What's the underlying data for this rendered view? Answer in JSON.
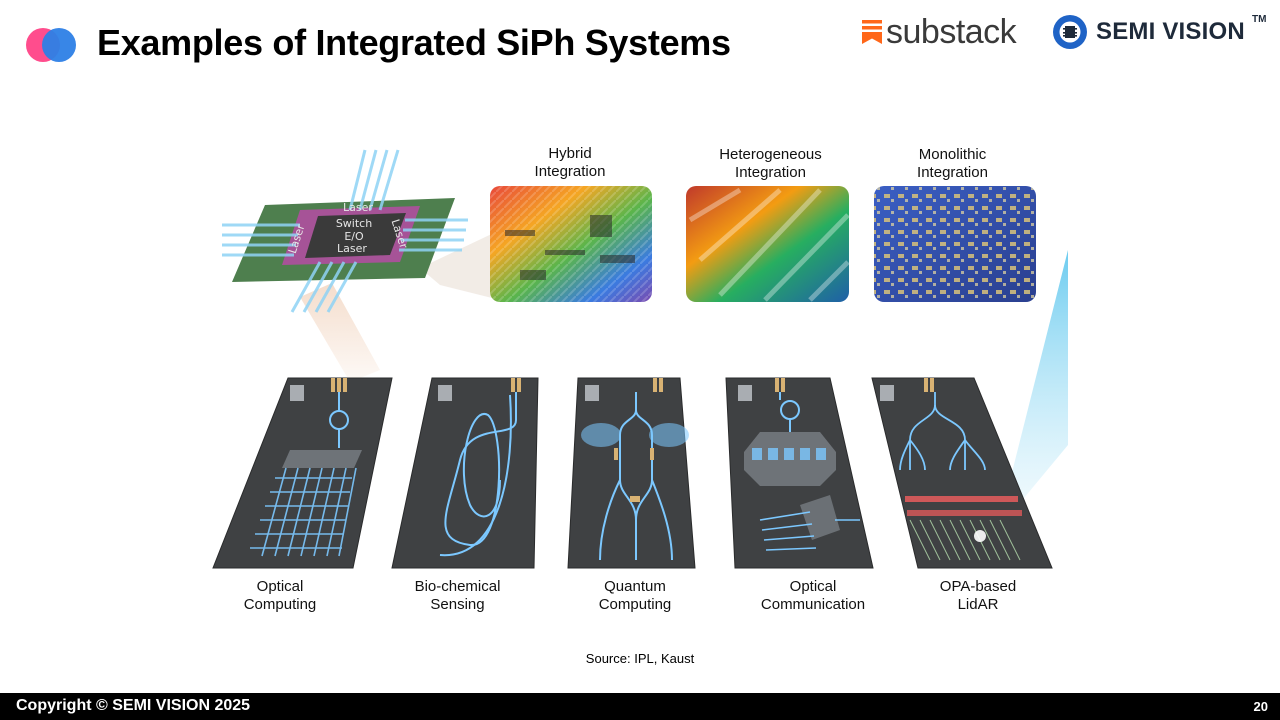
{
  "header": {
    "title": "Examples of Integrated SiPh Systems",
    "brands": {
      "substack": "substack",
      "semivision": "SEMI VISION",
      "tm": "TM"
    }
  },
  "chip": {
    "labels": [
      "Laser",
      "Laser",
      "Laser",
      "Laser",
      "Switch",
      "E/O"
    ]
  },
  "integration": [
    {
      "label": "Hybrid\nIntegration"
    },
    {
      "label": "Heterogeneous\nIntegration"
    },
    {
      "label": "Monolithic\nIntegration"
    }
  ],
  "applications": [
    {
      "label": "Optical\nComputing"
    },
    {
      "label": "Bio-chemical\nSensing"
    },
    {
      "label": "Quantum\nComputing"
    },
    {
      "label": "Optical\nCommunication"
    },
    {
      "label": "OPA-based\nLidAR"
    }
  ],
  "source": "Source: IPL, Kaust",
  "footer": {
    "copyright": "Copyright © SEMI VISION 2025",
    "page": "20"
  },
  "colors": {
    "accent_pink": "#ff4d8d",
    "accent_blue": "#2d7fe6",
    "waveguide": "#7cc8ff",
    "board": "#3f4143",
    "footer_bg": "#000000"
  }
}
